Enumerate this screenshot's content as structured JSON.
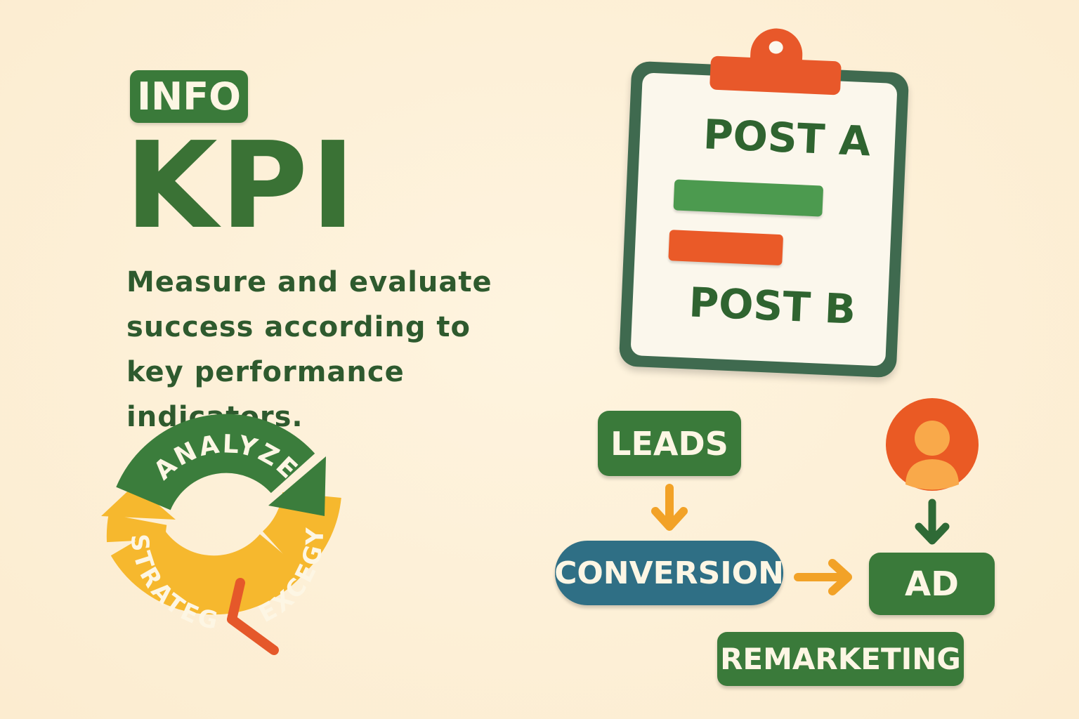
{
  "badge": "INFO",
  "title": "KPI",
  "description": "Measure and evaluate success according to key performance indicators.",
  "clipboard": {
    "post_a": "POST A",
    "post_b": "POST B"
  },
  "cycle": {
    "top": "ANALYZE",
    "left": "STRATEG",
    "right": "EXCEGY"
  },
  "flow": {
    "leads": "LEADS",
    "conversion": "CONVERSION",
    "ad": "AD",
    "remarketing": "REMARKETING"
  },
  "colors": {
    "green": "#3a7a3a",
    "orange": "#e8582a",
    "yellow": "#f6b82e",
    "teal": "#2f6f85",
    "arrow": "#f2a227"
  }
}
